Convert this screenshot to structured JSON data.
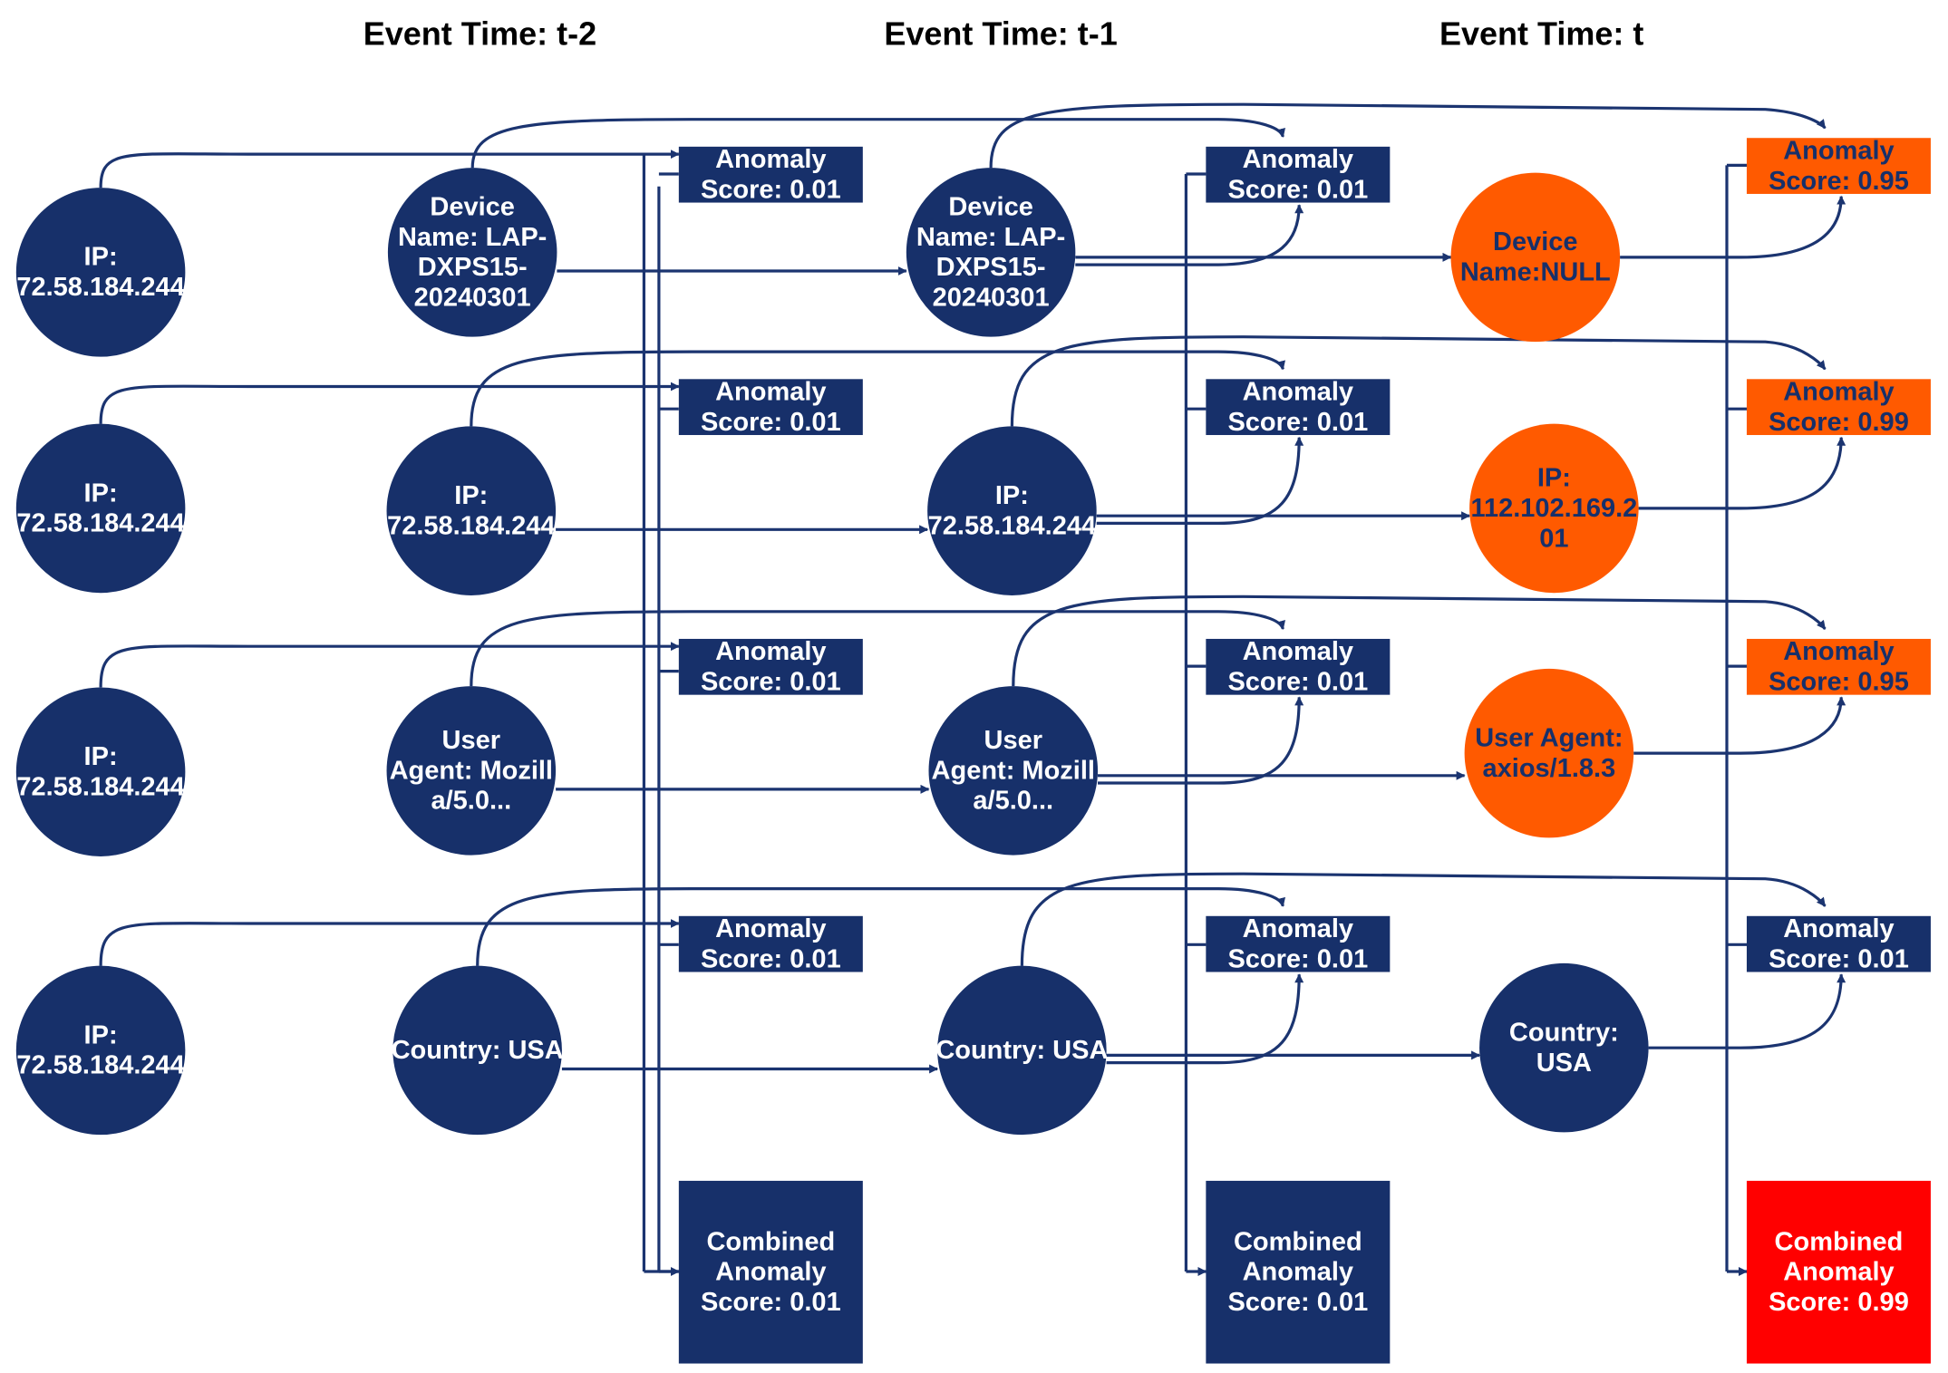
{
  "columns": [
    {
      "id": "c2",
      "header": "Event Time: t-2"
    },
    {
      "id": "c1",
      "header": "Event Time: t-1"
    },
    {
      "id": "c0",
      "header": "Event Time: t"
    }
  ],
  "colors": {
    "normal_node": "#17306a",
    "anomalous_node": "#ff5a00",
    "alert_box": "#ff0000",
    "edge": "#1b3470",
    "light_text": "#ffffff",
    "dark_text": "#17306a"
  },
  "rows": [
    {
      "id": "device",
      "root": {
        "text": [
          "IP:",
          "72.58.184.244"
        ]
      },
      "nodes": [
        {
          "text": [
            "Device",
            "Name: LAP-",
            "DXPS15-",
            "20240301"
          ],
          "state": "normal"
        },
        {
          "text": [
            "Device",
            "Name: LAP-",
            "DXPS15-",
            "20240301"
          ],
          "state": "normal"
        },
        {
          "text": [
            "Device",
            "Name:NULL"
          ],
          "state": "anomalous"
        }
      ],
      "scores": [
        {
          "text": [
            "Anomaly",
            "Score: 0.01"
          ],
          "state": "normal"
        },
        {
          "text": [
            "Anomaly",
            "Score: 0.01"
          ],
          "state": "normal"
        },
        {
          "text": [
            "Anomaly",
            "Score: 0.95"
          ],
          "state": "anomalous"
        }
      ]
    },
    {
      "id": "ip",
      "root": {
        "text": [
          "IP:",
          "72.58.184.244"
        ]
      },
      "nodes": [
        {
          "text": [
            "IP:",
            "72.58.184.244"
          ],
          "state": "normal"
        },
        {
          "text": [
            "IP:",
            "72.58.184.244"
          ],
          "state": "normal"
        },
        {
          "text": [
            "IP:",
            "112.102.169.2",
            "01"
          ],
          "state": "anomalous"
        }
      ],
      "scores": [
        {
          "text": [
            "Anomaly",
            "Score: 0.01"
          ],
          "state": "normal"
        },
        {
          "text": [
            "Anomaly",
            "Score: 0.01"
          ],
          "state": "normal"
        },
        {
          "text": [
            "Anomaly",
            "Score: 0.99"
          ],
          "state": "anomalous"
        }
      ]
    },
    {
      "id": "useragent",
      "root": {
        "text": [
          "IP:",
          "72.58.184.244"
        ]
      },
      "nodes": [
        {
          "text": [
            "User",
            "Agent: Mozill",
            "a/5.0..."
          ],
          "state": "normal"
        },
        {
          "text": [
            "User",
            "Agent: Mozill",
            "a/5.0..."
          ],
          "state": "normal"
        },
        {
          "text": [
            "User Agent:",
            "axios/1.8.3"
          ],
          "state": "anomalous"
        }
      ],
      "scores": [
        {
          "text": [
            "Anomaly",
            "Score: 0.01"
          ],
          "state": "normal"
        },
        {
          "text": [
            "Anomaly",
            "Score: 0.01"
          ],
          "state": "normal"
        },
        {
          "text": [
            "Anomaly",
            "Score: 0.95"
          ],
          "state": "anomalous"
        }
      ]
    },
    {
      "id": "country",
      "root": {
        "text": [
          "IP:",
          "72.58.184.244"
        ]
      },
      "nodes": [
        {
          "text": [
            "Country: USA"
          ],
          "state": "normal"
        },
        {
          "text": [
            "Country: USA"
          ],
          "state": "normal"
        },
        {
          "text": [
            "Country:",
            "USA"
          ],
          "state": "normal"
        }
      ],
      "scores": [
        {
          "text": [
            "Anomaly",
            "Score: 0.01"
          ],
          "state": "normal"
        },
        {
          "text": [
            "Anomaly",
            "Score: 0.01"
          ],
          "state": "normal"
        },
        {
          "text": [
            "Anomaly",
            "Score: 0.01"
          ],
          "state": "normal"
        }
      ]
    }
  ],
  "combined": [
    {
      "text": [
        "Combined",
        "Anomaly",
        "Score: 0.01"
      ],
      "state": "normal"
    },
    {
      "text": [
        "Combined",
        "Anomaly",
        "Score: 0.01"
      ],
      "state": "normal"
    },
    {
      "text": [
        "Combined",
        "Anomaly",
        "Score: 0.99"
      ],
      "state": "alert"
    }
  ]
}
